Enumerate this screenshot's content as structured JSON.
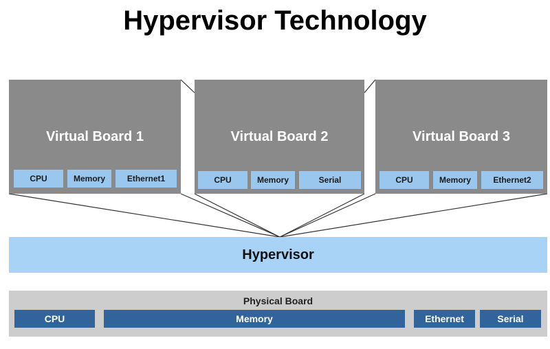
{
  "title": "Hypervisor Technology",
  "virtual_boards": [
    {
      "name": "Virtual Board 1",
      "components": [
        "CPU",
        "Memory",
        "Ethernet1"
      ]
    },
    {
      "name": "Virtual Board 2",
      "components": [
        "CPU",
        "Memory",
        "Serial"
      ]
    },
    {
      "name": "Virtual Board 3",
      "components": [
        "CPU",
        "Memory",
        "Ethernet2"
      ]
    }
  ],
  "hypervisor": {
    "label": "Hypervisor"
  },
  "physical_board": {
    "label": "Physical Board",
    "components": [
      "CPU",
      "Memory",
      "Ethernet",
      "Serial"
    ]
  },
  "colors": {
    "virtual_board": "#8a8a8a",
    "virtual_component": "#99c7ee",
    "hypervisor": "#a9d2f7",
    "physical_board": "#cdcdcd",
    "physical_component": "#31649b"
  }
}
